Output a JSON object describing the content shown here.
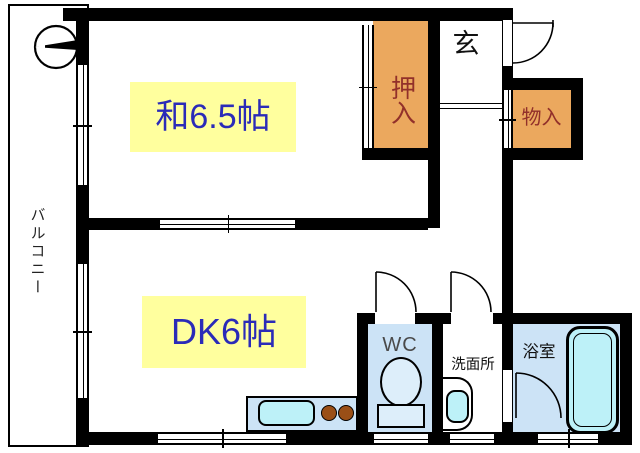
{
  "title": "apartment-floor-plan",
  "rooms": {
    "washitsu": {
      "label": "和6.5帖"
    },
    "dk": {
      "label": "DK6帖"
    },
    "balcony": {
      "label": "バルコニー"
    },
    "oshiire": {
      "label": "押入"
    },
    "genkan": {
      "label": "玄"
    },
    "monoire": {
      "label": "物入"
    },
    "wc": {
      "label": "WC"
    },
    "senmenjo": {
      "label": "洗面所"
    },
    "bathroom": {
      "label": "浴室"
    }
  },
  "icons": {
    "compass": "north-arrow-icon",
    "doors": [
      "entrance-door",
      "wc-door",
      "washroom-door",
      "bath-door"
    ],
    "fixtures": [
      "toilet",
      "bathtub",
      "wash-basin",
      "kitchen-sink",
      "stove-burners"
    ]
  },
  "colors": {
    "wall_black": "#000000",
    "highlight_yellow": "#FFFF9E",
    "room_label_blue": "#2B2BB8",
    "closet_orange": "#EBA85E",
    "closet_label_maroon": "#92302A",
    "wet_floor_blue": "#CCE3F6",
    "fixture_cyan": "#BDF1F8",
    "burner_brown": "#9A4F17"
  }
}
